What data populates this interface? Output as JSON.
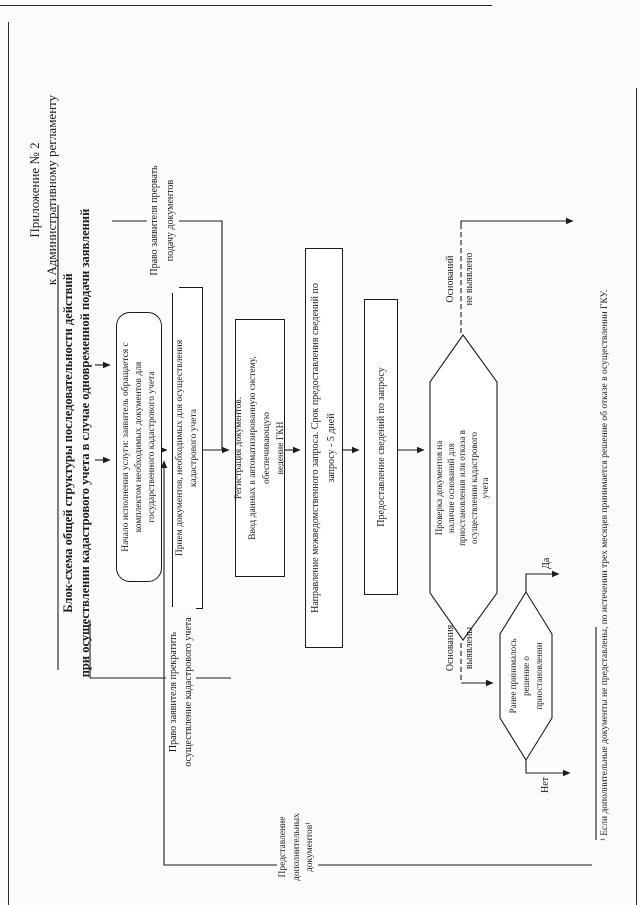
{
  "colors": {
    "ink": "#1c1c1c",
    "paper": "#fcfcfb"
  },
  "header": {
    "line1": "Приложение № 2",
    "line2": "к Административному регламенту"
  },
  "title": {
    "line1": "Блок-схема общей структуры последовательности действий",
    "line2": "при осуществлении кадастрового учета в случае одновременной подачи заявлений"
  },
  "nodes": {
    "start": [
      "Начало исполнения услуги: заявитель обращается с",
      "комплектом необходимых документов для",
      "государственного кадастрового учета"
    ],
    "receive": [
      "Прием документов, необходимых для осуществления",
      "кадастрового учета"
    ],
    "register": [
      "Регистрация документов.",
      "Ввод данных в автоматизированную систему, обеспечивающую",
      "ведение ГКН"
    ],
    "request": [
      "Направление межведомственного запроса. Срок предоставления сведений по",
      "запросу - 5 дней"
    ],
    "provide": [
      "Предоставление сведений по запросу"
    ],
    "check": [
      "Проверка документов на",
      "наличие оснований для",
      "приостановления или отказа в",
      "осуществлении кадастрового",
      "учета"
    ],
    "prior": [
      "Ранее принималось",
      "решение о",
      "приостановлении"
    ]
  },
  "edge_labels": {
    "interrupt": [
      "Право заявителя прервать",
      "подачу документов"
    ],
    "terminate": [
      "Право заявителя прекратить",
      "осуществление кадастрового учета"
    ],
    "additional": [
      "Представление",
      "дополнительных",
      "документов¹"
    ],
    "no_grounds": [
      "Оснований",
      "не выявлено"
    ],
    "grounds": [
      "Основания",
      "выявлены"
    ],
    "yes": "Да",
    "no": "Нет"
  },
  "footnote": "¹ Если дополнительные документы не представлены, по истечении трех месяцев принимается решение об отказе в осуществлении ГКУ."
}
